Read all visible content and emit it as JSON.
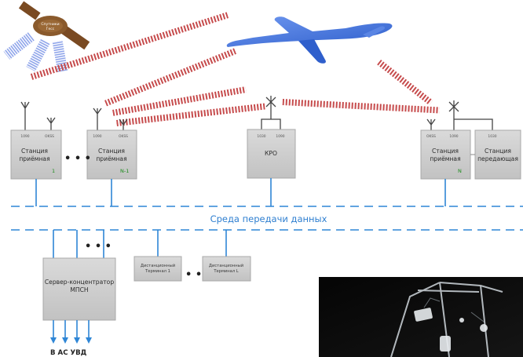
{
  "satellite": {
    "label_line1": "Спутники",
    "label_line2": "Гесс"
  },
  "stations": [
    {
      "id": "station-1",
      "title_line1": "Станция",
      "title_line2": "приёмная",
      "port_left": "1090",
      "port_right": "OKSS",
      "number": "1"
    },
    {
      "id": "station-n-1",
      "title_line1": "Станция",
      "title_line2": "приёмная",
      "port_left": "1090",
      "port_right": "OKSS",
      "number": "N-1"
    },
    {
      "id": "kro",
      "title_line1": "КРО",
      "title_line2": "",
      "port_left": "1030",
      "port_right": "1090",
      "number": ""
    },
    {
      "id": "station-n",
      "title_line1": "Станция",
      "title_line2": "приёмная",
      "port_left": "OKSS",
      "port_right": "1090",
      "number": "N"
    },
    {
      "id": "station-tx",
      "title_line1": "Станция",
      "title_line2": "передающая",
      "port_left": "",
      "port_right": "1030",
      "number": ""
    }
  ],
  "ellipsis": "• • •",
  "bus": {
    "title": "Среда передачи данных"
  },
  "server": {
    "title_line1": "Сервер-концентратор",
    "title_line2": "МПСН"
  },
  "terminals": [
    {
      "title_line1": "Дистанционный",
      "title_line2": "Терминал 1"
    },
    {
      "title_line1": "Дистанционный",
      "title_line2": "Терминал L"
    }
  ],
  "output": {
    "label": "В АС УВД"
  },
  "colors": {
    "box_fill": "#cfcfcf",
    "box_stroke": "#a8a8a8",
    "link_blue": "#2f86d6",
    "radio_red": "#c0484a",
    "plane": "#3f6fd9",
    "satellite_brown": "#7a4a22",
    "beam_blue": "#8fa3e8"
  }
}
